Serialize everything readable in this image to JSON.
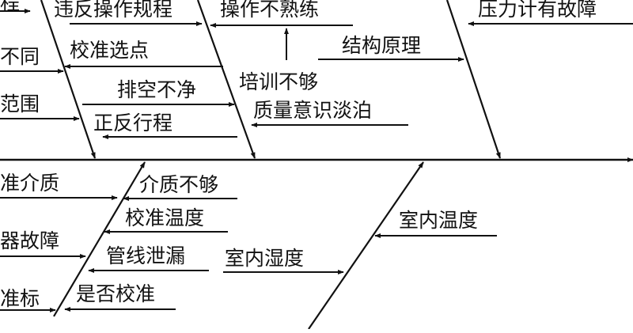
{
  "diagram": {
    "type": "fishbone",
    "line_color": "#111111",
    "background": "#ffffff",
    "labels": {
      "top_left_partial": "程",
      "violate_rules": "违反操作规程",
      "unskilled": "操作不熟练",
      "gauge_fault": "压力计有故障",
      "calibration_points": "校准选点",
      "structure_principle": "结构原理",
      "different_partial": "不同",
      "exhaust_incomplete": "排空不净",
      "insufficient_training": "培训不够",
      "range_partial": "范围",
      "weak_quality_awareness": "质量意识淡泊",
      "forward_reverse_stroke": "正反行程",
      "medium_partial": "准介质",
      "insufficient_medium": "介质不够",
      "calibration_temperature": "校准温度",
      "room_temperature": "室内温度",
      "device_fault_partial": "器故障",
      "pipeline_leakage": "管线泄漏",
      "room_humidity": "室内湿度",
      "calibrated_or_not": "是否校准",
      "standard_partial": "准标"
    }
  }
}
